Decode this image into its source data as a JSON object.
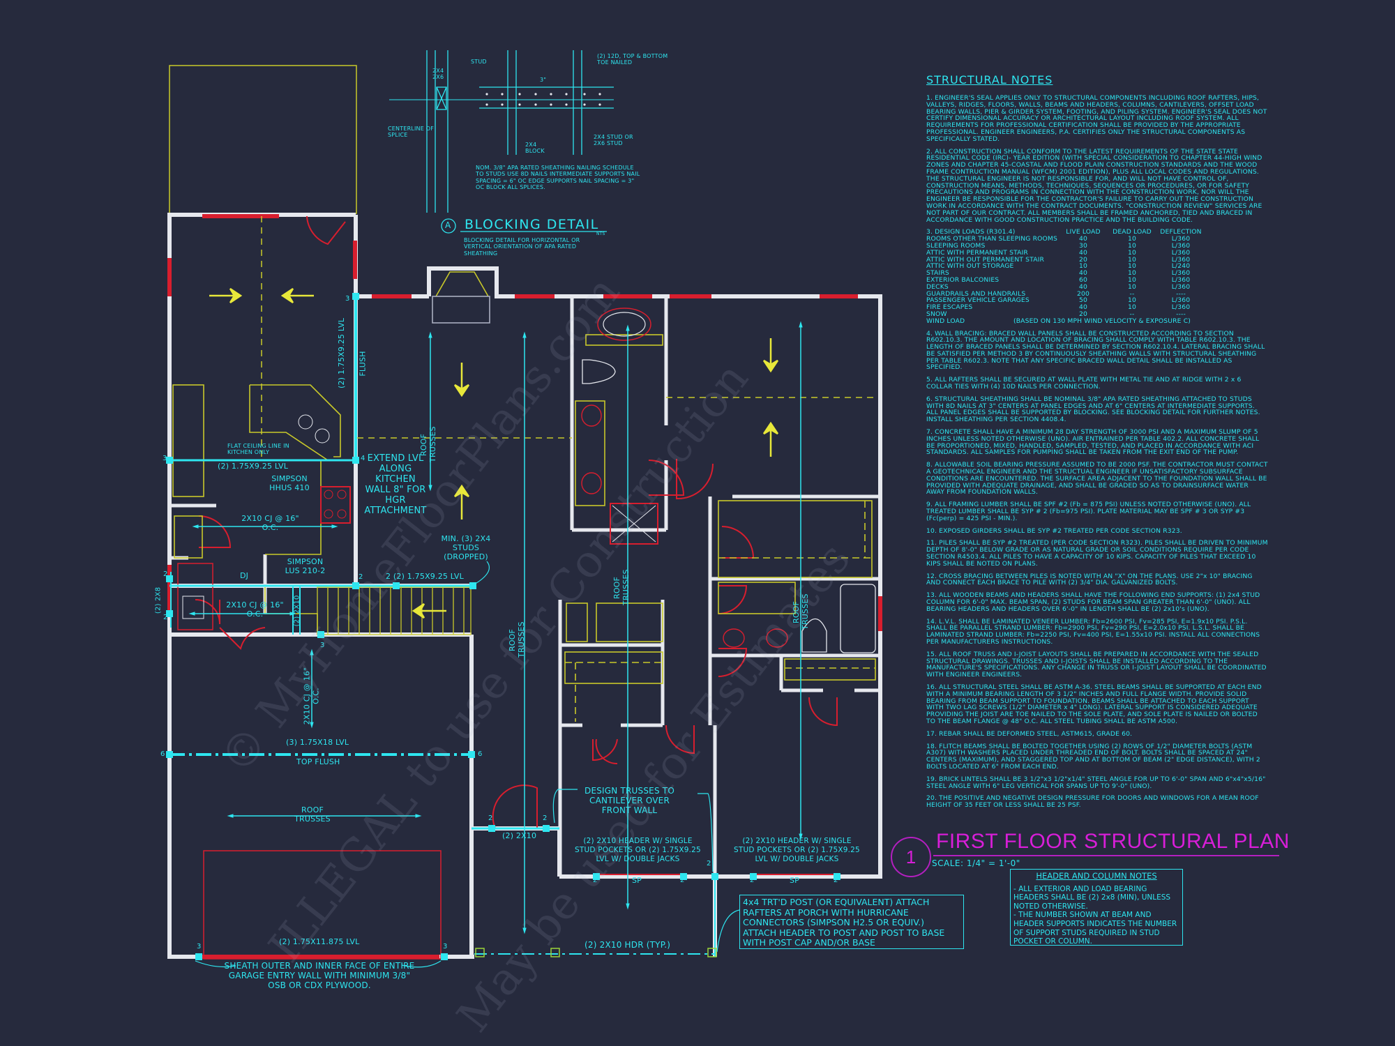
{
  "colors": {
    "background": "#262a3d",
    "annotation": "#2ee6f0",
    "wall": "#e6e8ee",
    "window": "#d81e2e",
    "door": "#d81e2e",
    "cabinet": "#d6d62a",
    "title": "#d81ed8",
    "post": "#9ad43a"
  },
  "blocking_detail": {
    "callout_letter": "A",
    "title": "BLOCKING DETAIL",
    "nts": "NTS",
    "description": "BLOCKING DETAIL FOR HORIZONTAL OR VERTICAL ORIENTATION OF APA RATED SHEATHING",
    "labels": {
      "stud": "STUD",
      "nails": "(2) 12d, TOP & BOTTOM TOE NAILED",
      "size": "2x4 2x6",
      "spacing": "3\"",
      "centerline": "CENTERLINE OF SPLICE",
      "block": "2x4 BLOCK",
      "stud_alt": "2x4 STUD OR 2x6 STUD",
      "sheathing": "NOM. 3/8\" APA RATED SHEATHING NAILING SCHEDULE TO STUDS USE 8d NAILS INTERMEDIATE SUPPORTS NAIL SPACING = 6\" OC EDGE SUPPORTS NAIL SPACING = 3\" OC BLOCK ALL SPLICES."
    }
  },
  "structural_notes": {
    "title": "STRUCTURAL NOTES",
    "notes": [
      "1. ENGINEER'S SEAL APPLIES ONLY TO STRUCTURAL COMPONENTS INCLUDING ROOF RAFTERS, HIPS, VALLEYS, RIDGES, FLOORS, WALLS, BEAMS AND HEADERS, COLUMNS, CANTILEVERS, OFFSET LOAD BEARING WALLS, PIER & GIRDER SYSTEM, FOOTING, AND PILING SYSTEM. ENGINEER'S SEAL DOES NOT CERTIFY DIMENSIONAL ACCURACY OR ARCHITECTURAL LAYOUT INCLUDING ROOF SYSTEM. ALL REQUIREMENTS FOR PROFESSIONAL CERTIFICATION SHALL BE PROVIDED BY THE APPROPRIATE PROFESSIONAL. ENGINEER ENGINEERS, P.A. CERTIFIES ONLY THE STRUCTURAL COMPONENTS AS SPECIFICALLY STATED.",
      "2. ALL CONSTRUCTION SHALL CONFORM TO THE LATEST REQUIREMENTS OF THE STATE STATE RESIDENTIAL CODE (IRC)- YEAR EDITION (WITH SPECIAL CONSIDERATION TO CHAPTER 44-HIGH WIND ZONES AND CHAPTER 45-COASTAL AND FLOOD PLAIN CONSTRUCTION STANDARDS AND THE WOOD FRAME CONTRUCTION MANUAL (WFCM) 2001 EDITION), PLUS ALL LOCAL CODES AND REGULATIONS. THE STRUCTURAL ENGINEER IS NOT RESPONSIBLE FOR, AND WILL NOT HAVE CONTROL OF, CONSTRUCTION MEANS, METHODS, TECHNIQUES, SEQUENCES OR PROCEDURES, OR FOR SAFETY PRECAUTIONS AND PROGRAMS IN CONNECTION WITH THE CONSTRUCTION WORK, NOR WILL THE ENGINEER BE RESPONSIBLE FOR THE CONTRACTOR'S FAILURE TO CARRY OUT THE CONSTRUCTION WORK IN ACCORDANCE WITH THE CONTRACT DOCUMENTS. \"CONSTRUCTION REVIEW\" SERVICES ARE NOT PART OF OUR CONTRACT. ALL MEMBERS SHALL BE FRAMED ANCHORED, TIED AND BRACED IN ACCORDANCE WITH GOOD CONSTRUCTION PRACTICE AND THE BUILDING CODE."
    ],
    "design_loads": {
      "heading": [
        "3. DESIGN LOADS (R301.4)",
        "LIVE LOAD",
        "DEAD LOAD",
        "DEFLECTION"
      ],
      "rows": [
        [
          "ROOMS OTHER THAN SLEEPING ROOMS",
          "40",
          "10",
          "L/360"
        ],
        [
          "SLEEPING ROOMS",
          "30",
          "10",
          "L/360"
        ],
        [
          "ATTIC WITH PERMANENT STAIR",
          "40",
          "10",
          "L/360"
        ],
        [
          "ATTIC WITH OUT PERMANENT STAIR",
          "20",
          "10",
          "L/360"
        ],
        [
          "ATTIC WITH OUT STORAGE",
          "10",
          "10",
          "L/240"
        ],
        [
          "STAIRS",
          "40",
          "10",
          "L/360"
        ],
        [
          "EXTERIOR BALCONIES",
          "60",
          "10",
          "L/360"
        ],
        [
          "DECKS",
          "40",
          "10",
          "L/360"
        ],
        [
          "GUARDRAILS AND HANDRAILS",
          "200",
          "--",
          "----"
        ],
        [
          "PASSENGER VEHICLE GARAGES",
          "50",
          "10",
          "L/360"
        ],
        [
          "FIRE ESCAPES",
          "40",
          "10",
          "L/360"
        ],
        [
          "SNOW",
          "20",
          "--",
          "----"
        ]
      ],
      "wind": [
        "WIND LOAD",
        "(BASED ON 130 MPH WIND VELOCITY & EXPOSURE C)"
      ]
    },
    "notes_after": [
      "4. WALL BRACING: BRACED WALL PANELS SHALL BE CONSTRUCTED ACCORDING TO SECTION R602.10.3. THE AMOUNT AND LOCATION OF BRACING SHALL COMPLY WITH TABLE R602.10.3. THE LENGTH OF BRACED PANELS SHALL BE DETERMINED BY SECTION R602.10.4. LATERAL BRACING SHALL BE SATISFIED PER METHOD 3 BY CONTINUOUSLY SHEATHING WALLS WITH STRUCTURAL SHEATHING PER TABLE R602.3. NOTE THAT ANY SPECIFIC BRACED WALL DETAIL SHALL BE INSTALLED AS SPECIFIED.",
      "5. ALL RAFTERS SHALL BE SECURED AT WALL PLATE WITH METAL TIE AND AT RIDGE WITH 2 x 6 COLLAR TIES WITH (4) 10D NAILS PER CONNECTION.",
      "6. STRUCTURAL SHEATHING SHALL BE NOMINAL 3/8\" APA RATED SHEATHING ATTACHED TO STUDS WITH 8D NAILS AT 3\" CENTERS AT PANEL EDGES AND AT 6\" CENTERS AT INTERMEDIATE SUPPORTS. ALL PANEL EDGES SHALL BE SUPPORTED BY BLOCKING. SEE BLOCKING DETAIL FOR FURTHER NOTES. INSTALL SHEATHING PER SECTION 4408.4.",
      "7. CONCRETE SHALL HAVE A MINIMUM 28 DAY STRENGTH OF 3000 PSI AND A MAXIMUM SLUMP OF 5 INCHES UNLESS NOTED OTHERWISE (UNO). AIR ENTRAINED PER TABLE 402.2. ALL CONCRETE SHALL BE PROPORTIONED, MIXED, HANDLED, SAMPLED, TESTED, AND PLACED IN ACCORDANCE WITH ACI STANDARDS. ALL SAMPLES FOR PUMPING SHALL BE TAKEN FROM THE EXIT END OF THE PUMP.",
      "8. ALLOWABLE SOIL BEARING PRESSURE ASSUMED TO BE 2000 PSF. THE CONTRACTOR MUST CONTACT A GEOTECHNICAL ENGINEER AND THE STRUCTUAL ENGINEER IF UNSATISFACTORY SUBSURFACE CONDITIONS ARE ENCOUNTERED. THE SURFACE AREA ADJACENT TO THE FOUNDATION WALL SHALL BE PROVIDED WITH ADEQUATE DRAINAGE, AND SHALL BE GRADED SO AS TO DRAINSURFACE WATER AWAY FROM FOUNDATION WALLS.",
      "9. ALL FRAMING LUMBER SHALL BE SPF #2 (Fb = 875 PSI) UNLESS NOTED OTHERWISE (UNO). ALL TREATED LUMBER SHALL BE SYP # 2 (Fb=975 PSI). PLATE MATERIAL MAY BE SPF # 3 OR SYP #3 (Fc(perp) = 425 PSI - MIN.).",
      "10. EXPOSED GIRDERS SHALL BE SYP #2 TREATED PER CODE SECTION R323.",
      "11. PILES SHALL BE SYP #2 TREATED (PER CODE SECTION R323). PILES SHALL BE DRIVEN TO MINIMUM DEPTH OF 8'-0\" BELOW GRADE OR AS NATURAL GRADE OR SOIL CONDITIONS REQUIRE PER CODE SECTION R4503.4. ALL PILES TO HAVE A CAPACITY OF 10 KIPS. CAPACITY OF PILES THAT EXCEED 10 KIPS SHALL BE NOTED ON PLANS.",
      "12. CROSS BRACING BETWEEN PILES IS NOTED WITH AN \"X\" ON THE PLANS. USE 2\"x 10\" BRACING AND CONNECT EACH BRACE TO PILE WITH (2) 3/4\" DIA. GALVANIZED BOLTS.",
      "13. ALL WOODEN BEAMS AND HEADERS SHALL HAVE THE FOLLOWING END SUPPORTS: (1) 2x4 STUD COLUMN FOR 6'-0\" MAX. BEAM SPAN, (2) STUDS FOR BEAM SPAN GREATER THAN 6'-0\" (UNO). ALL BEARING HEADERS AND HEADERS OVER 6'-0\" IN LENGTH SHALL BE (2) 2x10's (UNO).",
      "14. L.V.L. SHALL BE LAMINATED VENEER LUMBER: Fb=2600 PSI, Fv=285 PSI, E=1.9x10 PSI. P.S.L. SHALL BE PARALLEL STRAND LUMBER: Fb=2900 PSI, Fv=290 PSI, E=2.0x10 PSI. L.S.L. SHALL BE LAMINATED STRAND LUMBER: Fb=2250 PSI, Fv=400 PSI, E=1.55x10 PSI. INSTALL ALL CONNECTIONS PER MANUFACTURERS INSTRUCTIONS.",
      "15. ALL ROOF TRUSS AND I-JOIST LAYOUTS SHALL BE PREPARED IN ACCORDANCE WITH THE SEALED STRUCTURAL DRAWINGS. TRUSSES AND I-JOISTS SHALL BE INSTALLED ACCORDING TO THE MANUFACTURE'S SPECIFICATIONS. ANY CHANGE IN TRUSS OR I-JOIST LAYOUT SHALL BE COORDINATED WITH ENGINEER ENGINEERS.",
      "16. ALL STRUCTURAL STEEL SHALL BE ASTM A-36. STEEL BEAMS SHALL BE SUPPORTED AT EACH END WITH A MINIMUM BEARING LENGTH OF 3 1/2\" INCHES AND FULL FLANGE WIDTH. PROVIDE SOLID BEARING FROM BEAM SUPPORT TO FOUNDATION. BEAMS SHALL BE ATTACHED TO EACH SUPPORT WITH TWO LAG SCREWS (1/2\" DIAMETER x 4\" LONG). LATERAL SUPPORT IS CONSIDERED ADEQUATE PROVIDING THE JOIST ARE TOE NAILED TO THE SOLE PLATE, AND SOLE PLATE IS NAILED OR BOLTED TO THE BEAM FLANGE @ 48\" O.C. ALL STEEL TUBING SHALL BE ASTM A500.",
      "17. REBAR SHALL BE DEFORMED STEEL, ASTM615, GRADE 60.",
      "18. FLITCH BEAMS SHALL BE BOLTED TOGETHER USING (2) ROWS OF 1/2\" DIAMETER BOLTS (ASTM A307) WITH WASHERS PLACED UNDER THREADED END OF BOLT. BOLTS SHALL BE SPACED AT 24\" CENTERS (MAXIMUM), AND STAGGERED TOP AND AT BOTTOM OF BEAM (2\" EDGE DISTANCE), WITH 2 BOLTS LOCATED AT 6\" FROM EACH END.",
      "19. BRICK LINTELS SHALL BE 3 1/2\"x3 1/2\"x1/4\" STEEL ANGLE FOR UP TO 6'-0\" SPAN AND 6\"x4\"x5/16\" STEEL ANGLE WITH 6\" LEG VERTICAL FOR SPANS UP TO 9'-0\" (UNO).",
      "20. THE POSITIVE AND NEGATIVE DESIGN PRESSURE FOR DOORS AND WINDOWS FOR A MEAN ROOF HEIGHT OF 35 FEET OR LESS SHALL BE 25 PSF."
    ]
  },
  "plan_title": {
    "number": "1",
    "title": "FIRST FLOOR STRUCTURAL PLAN",
    "scale": "SCALE: 1/4\" = 1'-0\""
  },
  "header_column_notes": {
    "title": "HEADER AND COLUMN NOTES",
    "lines": [
      "- ALL EXTERIOR AND LOAD BEARING HEADERS SHALL BE (2) 2x8 (MIN), UNLESS NOTED OTHERWISE.",
      "- THE NUMBER SHOWN AT BEAM AND HEADER SUPPORTS INDICATES THE NUMBER OF SUPPORT STUDS REQUIRED IN STUD POCKET OR COLUMN."
    ]
  },
  "porch_note": "4x4 TRT'D POST (OR EQUIVALENT) ATTACH RAFTERS AT PORCH WITH HURRICANE CONNECTORS (SIMPSON H2.5 OR EQUIV.) ATTACH HEADER TO POST AND POST TO BASE WITH POST CAP AND/OR BASE",
  "plan_labels": {
    "flat_ceiling": "FLAT CEILING LINE IN KITCHEN ONLY",
    "lvl_kitchen": "(2) 1.75x9.25 LVL",
    "simpson_hhus": "SIMPSON HHUS 410",
    "cj_kitchen": "2x10 CJ @ 16\" O.C.",
    "simpson_lus": "SIMPSON LUS 210-2",
    "dj": "DJ",
    "cj_laundry": "2x10 CJ @ 16\" O.C.",
    "x28": "(2) 2x8",
    "x210_vert": "(2) 2x10",
    "lvl_vertical": "(2) 1.75x9.25 LVL",
    "flush": "FLUSH",
    "extend_lvl": "EXTEND LVL ALONG KITCHEN WALL 8\" FOR HGR ATTACHMENT",
    "roof_trusses": "ROOF TRUSSES",
    "min_studs": "MIN. (3) 2x4 STUDS (DROPPED)",
    "lvl_stair": "2 (2) 1.75x9.25 LVL",
    "cj_garage": "2x10 CJ @ 16\" O.C.",
    "lvl_18": "(3) 1.75x18 LVL",
    "top_flush": "TOP FLUSH",
    "lvl_11875": "(2) 1.75x11.875 LVL",
    "sheath_note": "SHEATH OUTER AND INNER FACE OF ENTIRE GARAGE ENTRY WALL WITH MINIMUM 3/8\" OSB OR CDX PLYWOOD.",
    "x210": "(2) 2x10",
    "design_trusses": "DESIGN TRUSSES TO CANTILEVER OVER FRONT WALL",
    "header_single": "(2) 2x10 HEADER W/ SINGLE STUD POCKETS OR (2) 1.75x9.25 LVL W/ DOUBLE JACKS",
    "hdr_typ": "(2) 2x10 HDR (TYP.)",
    "sp": "SP",
    "n2": "2",
    "n3": "3",
    "n4": "4",
    "n6": "6"
  },
  "watermark": {
    "line1": "© MyHomeFloorPlans.com",
    "line2": "ILLEGAL to use for Construction",
    "line3": "May be used for Estimates"
  }
}
